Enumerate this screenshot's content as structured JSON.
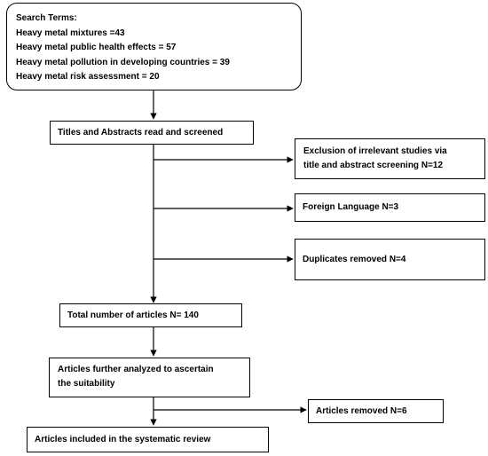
{
  "search_terms": {
    "heading": "Search Terms:",
    "items": [
      "Heavy metal mixtures =43",
      "Heavy metal public  health  effects = 57",
      "Heavy metal pollution  in developing  countries  = 39",
      "Heavy metal risk assessment  = 20"
    ]
  },
  "titles_screened": "Titles and Abstracts read and screened",
  "exclusions": {
    "irrelevant": [
      "Exclusion of irrelevant studies via",
      "title and abstract screening N=12"
    ],
    "foreign_language": "Foreign Language  N=3",
    "duplicates": "Duplicates  removed N=4"
  },
  "total_articles": "Total number  of articles N= 140",
  "further_analyzed": [
    "Articles further analyzed to ascertain",
    "the suitability"
  ],
  "articles_removed": "Articles removed N=6",
  "articles_included": "Articles included  in the systematic review",
  "colors": {
    "stroke": "#000000",
    "box_fill": "#ffffff",
    "text": "#000000"
  }
}
